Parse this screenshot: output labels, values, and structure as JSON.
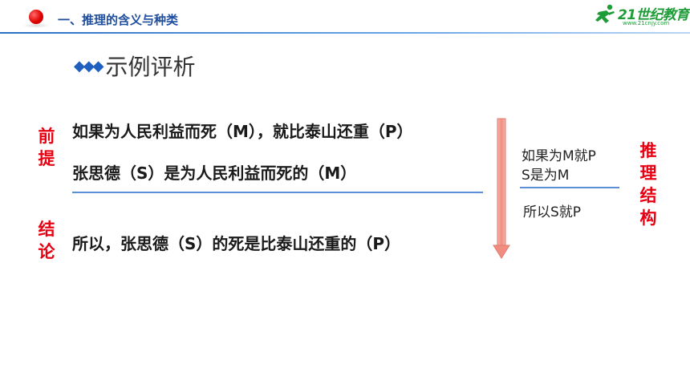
{
  "header": {
    "title": "一、推理的含义与种类",
    "logo_brand": "21世纪教育",
    "logo_url": "www.21cnjy.com"
  },
  "subtitle": {
    "bullet": "◆◆◆",
    "text": "示例评析"
  },
  "labels": {
    "premise": [
      "前",
      "提"
    ],
    "conclusion": [
      "结",
      "论"
    ],
    "structure": [
      "推",
      "理",
      "结",
      "构"
    ]
  },
  "statements": {
    "major": "如果为人民利益而死（M），就比泰山还重（P）",
    "minor": "张思德（S）是为人民利益而死的（M）",
    "conclusion": "所以，张思德（S）的死是比泰山还重的（P）"
  },
  "structure": {
    "line1": "如果为M就P",
    "line2": "S是为M",
    "line3": "所以S就P"
  },
  "colors": {
    "accent_red": "#e60012",
    "title_blue": "#1f4e9e",
    "rule_blue": "#5b8ed6",
    "arrow_fill": "#f4a9a0",
    "logo_green": "#1e9c38"
  }
}
